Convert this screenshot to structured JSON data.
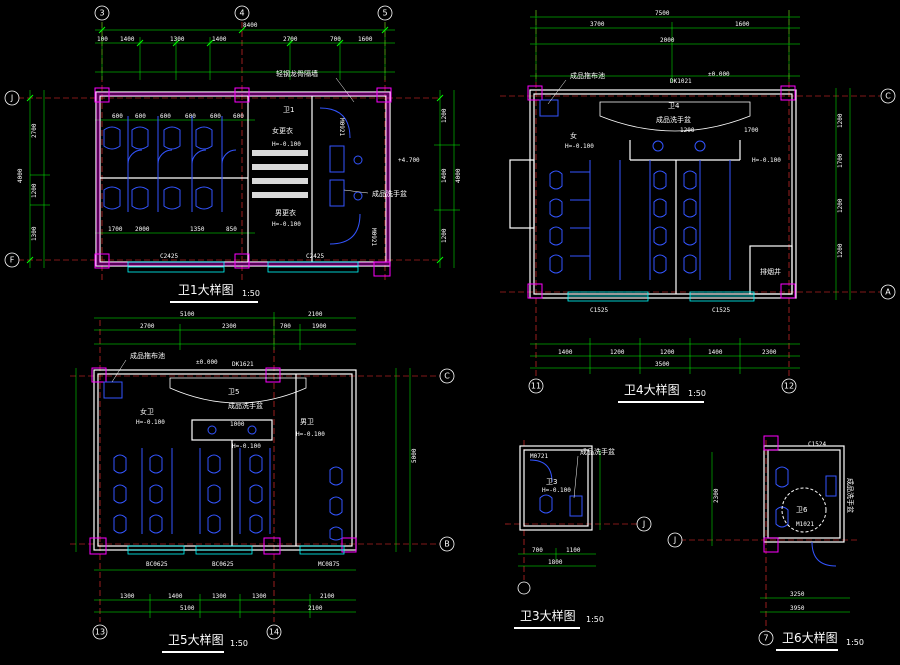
{
  "colors": {
    "background": "#000000",
    "wall": "#ffffff",
    "dimension": "#00ff00",
    "fixture": "#3355ff",
    "column": "#ff00ff",
    "axis": "#ff3333",
    "window": "#00ffff"
  },
  "plans": {
    "w1": {
      "title": "卫1大样图",
      "scale": "1:50",
      "room_label": "卫1",
      "female": "女更衣",
      "male": "男更衣",
      "level_a": "H=-0.100",
      "level_b": "H=-0.100",
      "note_wall": "轻钢龙骨隔墙",
      "note_sink": "成品洗手盆",
      "win_a": "C2425",
      "win_b": "C2425",
      "door_a": "M0921",
      "door_b": "M0921",
      "axes": {
        "a1": "3",
        "a2": "4",
        "a3": "5",
        "b1": "J",
        "b2": "F"
      },
      "dims_top": [
        "1400",
        "1300",
        "1400",
        "2700",
        "700",
        "1600",
        "100"
      ],
      "dim_total": "8400",
      "dims_inner": [
        "600",
        "600",
        "600",
        "600",
        "600",
        "600"
      ],
      "dims_bottom": [
        "2000",
        "1350",
        "850",
        "1700"
      ],
      "dims_left": [
        "2700",
        "1200",
        "1300"
      ],
      "dims_right": [
        "1200",
        "1400",
        "1200"
      ],
      "dim_left_total": "4000",
      "dim_right_total": "4000",
      "level_right": "+4.700"
    },
    "w4": {
      "title": "卫4大样图",
      "scale": "1:50",
      "room_label": "卫4",
      "female": "女",
      "level_a": "H=-0.100",
      "level_b": "H=-0.100",
      "note_mop": "成品拖布池",
      "note_sink": "成品洗手盆",
      "note_shaft": "排烟井",
      "door": "DK1021",
      "level_right": "±0.000",
      "dim_sink": "1200",
      "dim_sink2": "1700",
      "win_a": "C1525",
      "win_b": "C1525",
      "axes": {
        "a1": "11",
        "a2": "12",
        "b1": "C",
        "b2": "A"
      },
      "dim_total_top": "7500",
      "dims_top": [
        "3700",
        "1600"
      ],
      "dim_mid": "2000",
      "dims_bottom": [
        "1400",
        "1200",
        "1200",
        "1400",
        "2300"
      ],
      "dim_total_bottom": "3500",
      "dims_right": [
        "1200",
        "1700",
        "1200",
        "1200"
      ]
    },
    "w5": {
      "title": "卫5大样图",
      "scale": "1:50",
      "room_label": "卫5",
      "female": "女卫",
      "male": "男卫",
      "level_a": "H=-0.100",
      "level_b": "H=-0.100",
      "level_c": "H=-0.100",
      "note_mop": "成品拖布池",
      "note_sink": "成品洗手盆",
      "door": "DK1621",
      "level_door": "±0.000",
      "win_a": "BC0625",
      "win_b": "BC0625",
      "win_c": "MC0875",
      "axes": {
        "a1": "13",
        "a2": "14",
        "b1": "C",
        "b2": "B"
      },
      "dim_total_top_a": "5100",
      "dim_total_top_b": "2100",
      "dims_top": [
        "2700",
        "2300",
        "700",
        "1900"
      ],
      "dims_bottom": [
        "1300",
        "1400",
        "1300",
        "1300",
        "2100"
      ],
      "dim_total_bottom_a": "5100",
      "dim_total_bottom_b": "2100",
      "dim_sink": "1000",
      "dim_right_total": "5000"
    },
    "w3": {
      "title": "卫3大样图",
      "scale": "1:50",
      "room_label": "卫3",
      "level": "H=-0.100",
      "note_sink": "成品洗手盆",
      "door": "M0721",
      "axis": "J",
      "dims_bottom": [
        "700",
        "1100"
      ],
      "dim_bottom_total": "1800"
    },
    "w6": {
      "title": "卫6大样图",
      "scale": "1:50",
      "room_label": "卫6",
      "door": "M1021",
      "window": "C1524",
      "note": "成品洗手盆",
      "axis_h": "J",
      "axis_v": "7",
      "dim_left": "2300",
      "dims_bottom": [
        "3250",
        "3950"
      ]
    }
  }
}
